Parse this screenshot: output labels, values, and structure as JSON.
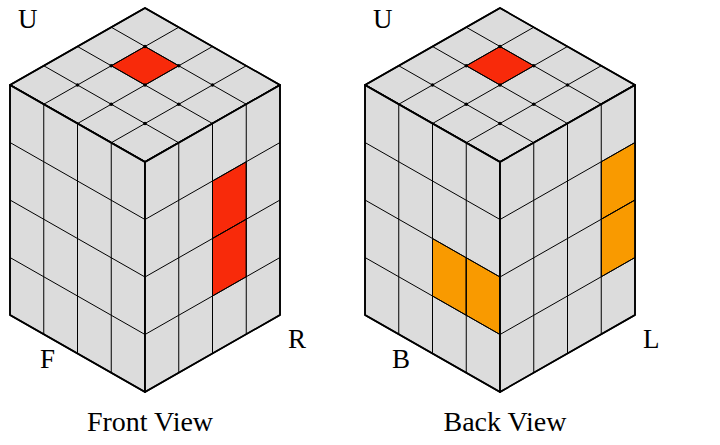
{
  "diagram": {
    "labels": [
      "U",
      "F",
      "R",
      "Front View",
      "U",
      "B",
      "L",
      "Back View"
    ]
  }
}
